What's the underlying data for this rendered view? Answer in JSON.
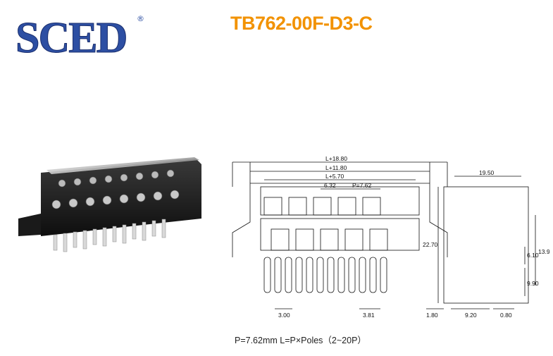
{
  "brand": {
    "logo_text": "SCED",
    "registered_mark": "®",
    "color": "#2d4fa3"
  },
  "title": {
    "text": "TB762-00F-D3-C",
    "color": "#f29200"
  },
  "drawing": {
    "dims": {
      "L18": "L+18.80",
      "L11": "L+11.80",
      "L5": "L+5.70",
      "d632": "6.32",
      "pitch": "P=7.62",
      "d300": "3.00",
      "d381": "3.81",
      "d1950": "19.50",
      "d2270": "22.70",
      "d1390": "13.90",
      "d610": "6.10",
      "d990": "9.90",
      "d180": "1.80",
      "d920": "9.20",
      "d080": "0.80"
    }
  },
  "formula": {
    "text": "P=7.62mm  L=P×Poles（2~20P）"
  }
}
